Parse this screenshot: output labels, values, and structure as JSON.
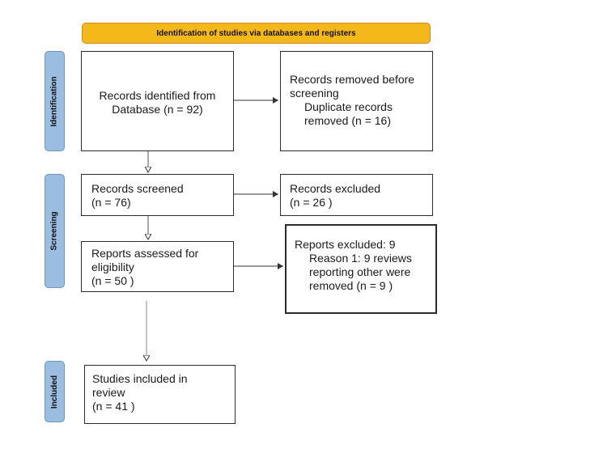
{
  "header": {
    "title": "Identification of studies via databases and registers"
  },
  "phases": {
    "identification": "Identification",
    "screening": "Screening",
    "included": "Included"
  },
  "boxes": {
    "records_identified": {
      "line1": "Records identified from",
      "line2": "Database (n = 92)"
    },
    "records_removed": {
      "line1": "Records removed before",
      "line2": "screening",
      "line3": "Duplicate records",
      "line4": "removed  (n = 16)"
    },
    "records_screened": {
      "line1": "Records screened",
      "line2": "(n = 76)"
    },
    "records_excluded": {
      "line1": "Records excluded",
      "line2": "(n = 26 )"
    },
    "reports_assessed": {
      "line1": "Reports assessed for",
      "line2": "eligibility",
      "line3": "(n = 50 )"
    },
    "reports_excluded": {
      "line1": "Reports excluded: 9",
      "line2": "Reason 1: 9 reviews",
      "line3": "reporting other were",
      "line4": "removed (n = 9 )"
    },
    "studies_included": {
      "line1": "Studies included in",
      "line2": "review",
      "line3": "(n = 41 )"
    }
  },
  "colors": {
    "header_fill": "#f4b81b",
    "phase_fill": "#9bbde0",
    "box_border": "#2b2b2b"
  }
}
